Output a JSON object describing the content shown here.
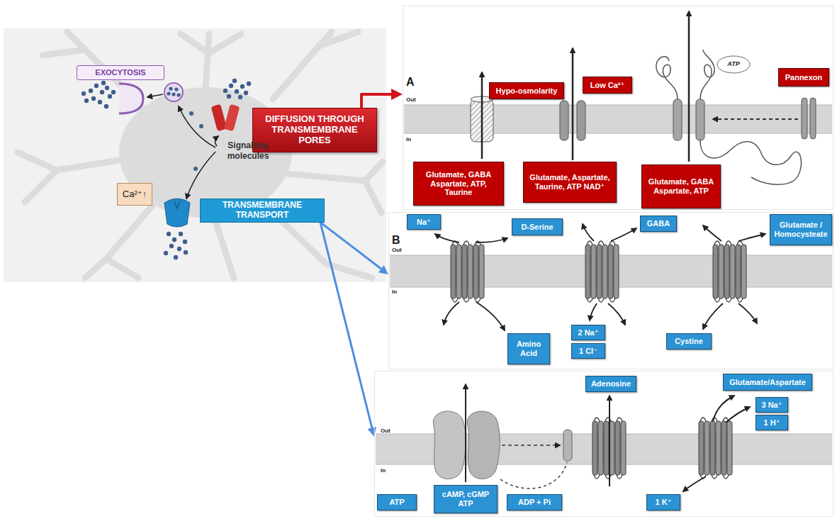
{
  "diagram": {
    "nodes": [
      {
        "text": [
          "EXOCYTOSIS"
        ]
      },
      {
        "text": [
          "Ca²⁺↑"
        ]
      },
      {
        "text": [
          "DIFFUSION THROUGH TRANSMEMBRANE PORES"
        ]
      },
      {
        "text": [
          "TRANSMEMBRANE TRANSPORT"
        ]
      },
      {
        "text": [
          "A",
          "Out",
          "In"
        ]
      },
      {
        "text": [
          "Hypo-osmolarity"
        ],
        "in": 4
      },
      {
        "text": [
          "Low Ca²⁺"
        ],
        "in": 4
      },
      {
        "text": [
          "Pannexon"
        ],
        "in": 4
      },
      {
        "text": [
          "Glutamate, GABA Aspartate, ATP, Taurine"
        ],
        "in": 4
      },
      {
        "text": [
          "Glutamate, Aspartate, Taurine, ATP NAD⁺"
        ],
        "in": 4
      },
      {
        "text": [
          "Glutamate, GABA Aspartate, ATP"
        ],
        "in": 4
      },
      {
        "text": [
          "B",
          "Out",
          "In"
        ]
      },
      {
        "text": [
          "Na⁺"
        ],
        "in": 11
      },
      {
        "text": [
          "D-Serine"
        ],
        "in": 11
      },
      {
        "text": [
          "GABA"
        ],
        "in": 11
      },
      {
        "text": [
          "Glutamate / Homocysteate"
        ],
        "in": 11
      },
      {
        "text": [
          "Amino Acid"
        ],
        "in": 11
      },
      {
        "text": [
          "2 Na⁺"
        ],
        "in": 11
      },
      {
        "text": [
          "1 Cl⁻"
        ],
        "in": 11
      },
      {
        "text": [
          "Cystine"
        ],
        "in": 11
      },
      {
        "text": [
          "Out",
          "In"
        ]
      },
      {
        "text": [
          "Adenosine"
        ],
        "in": 20
      },
      {
        "text": [
          "Glutamate/Aspartate"
        ],
        "in": 20
      },
      {
        "text": [
          "3 Na⁺"
        ],
        "in": 20
      },
      {
        "text": [
          "1 H⁺"
        ],
        "in": 20
      },
      {
        "text": [
          "ATP"
        ],
        "in": 20
      },
      {
        "text": [
          "cAMP, cGMP ATP"
        ],
        "in": 20
      },
      {
        "text": [
          "ADP + Pi"
        ],
        "in": 20
      },
      {
        "text": [
          "1 K⁺"
        ],
        "in": 20
      }
    ],
    "edges": [
      {
        "from": 2,
        "to": 4,
        "arrow": "to"
      },
      {
        "from": 3,
        "to": 11,
        "arrow": "to"
      },
      {
        "from": 3,
        "to": 20,
        "arrow": "to"
      }
    ],
    "labels": [
      "Signalling molecules",
      "ATP"
    ]
  }
}
